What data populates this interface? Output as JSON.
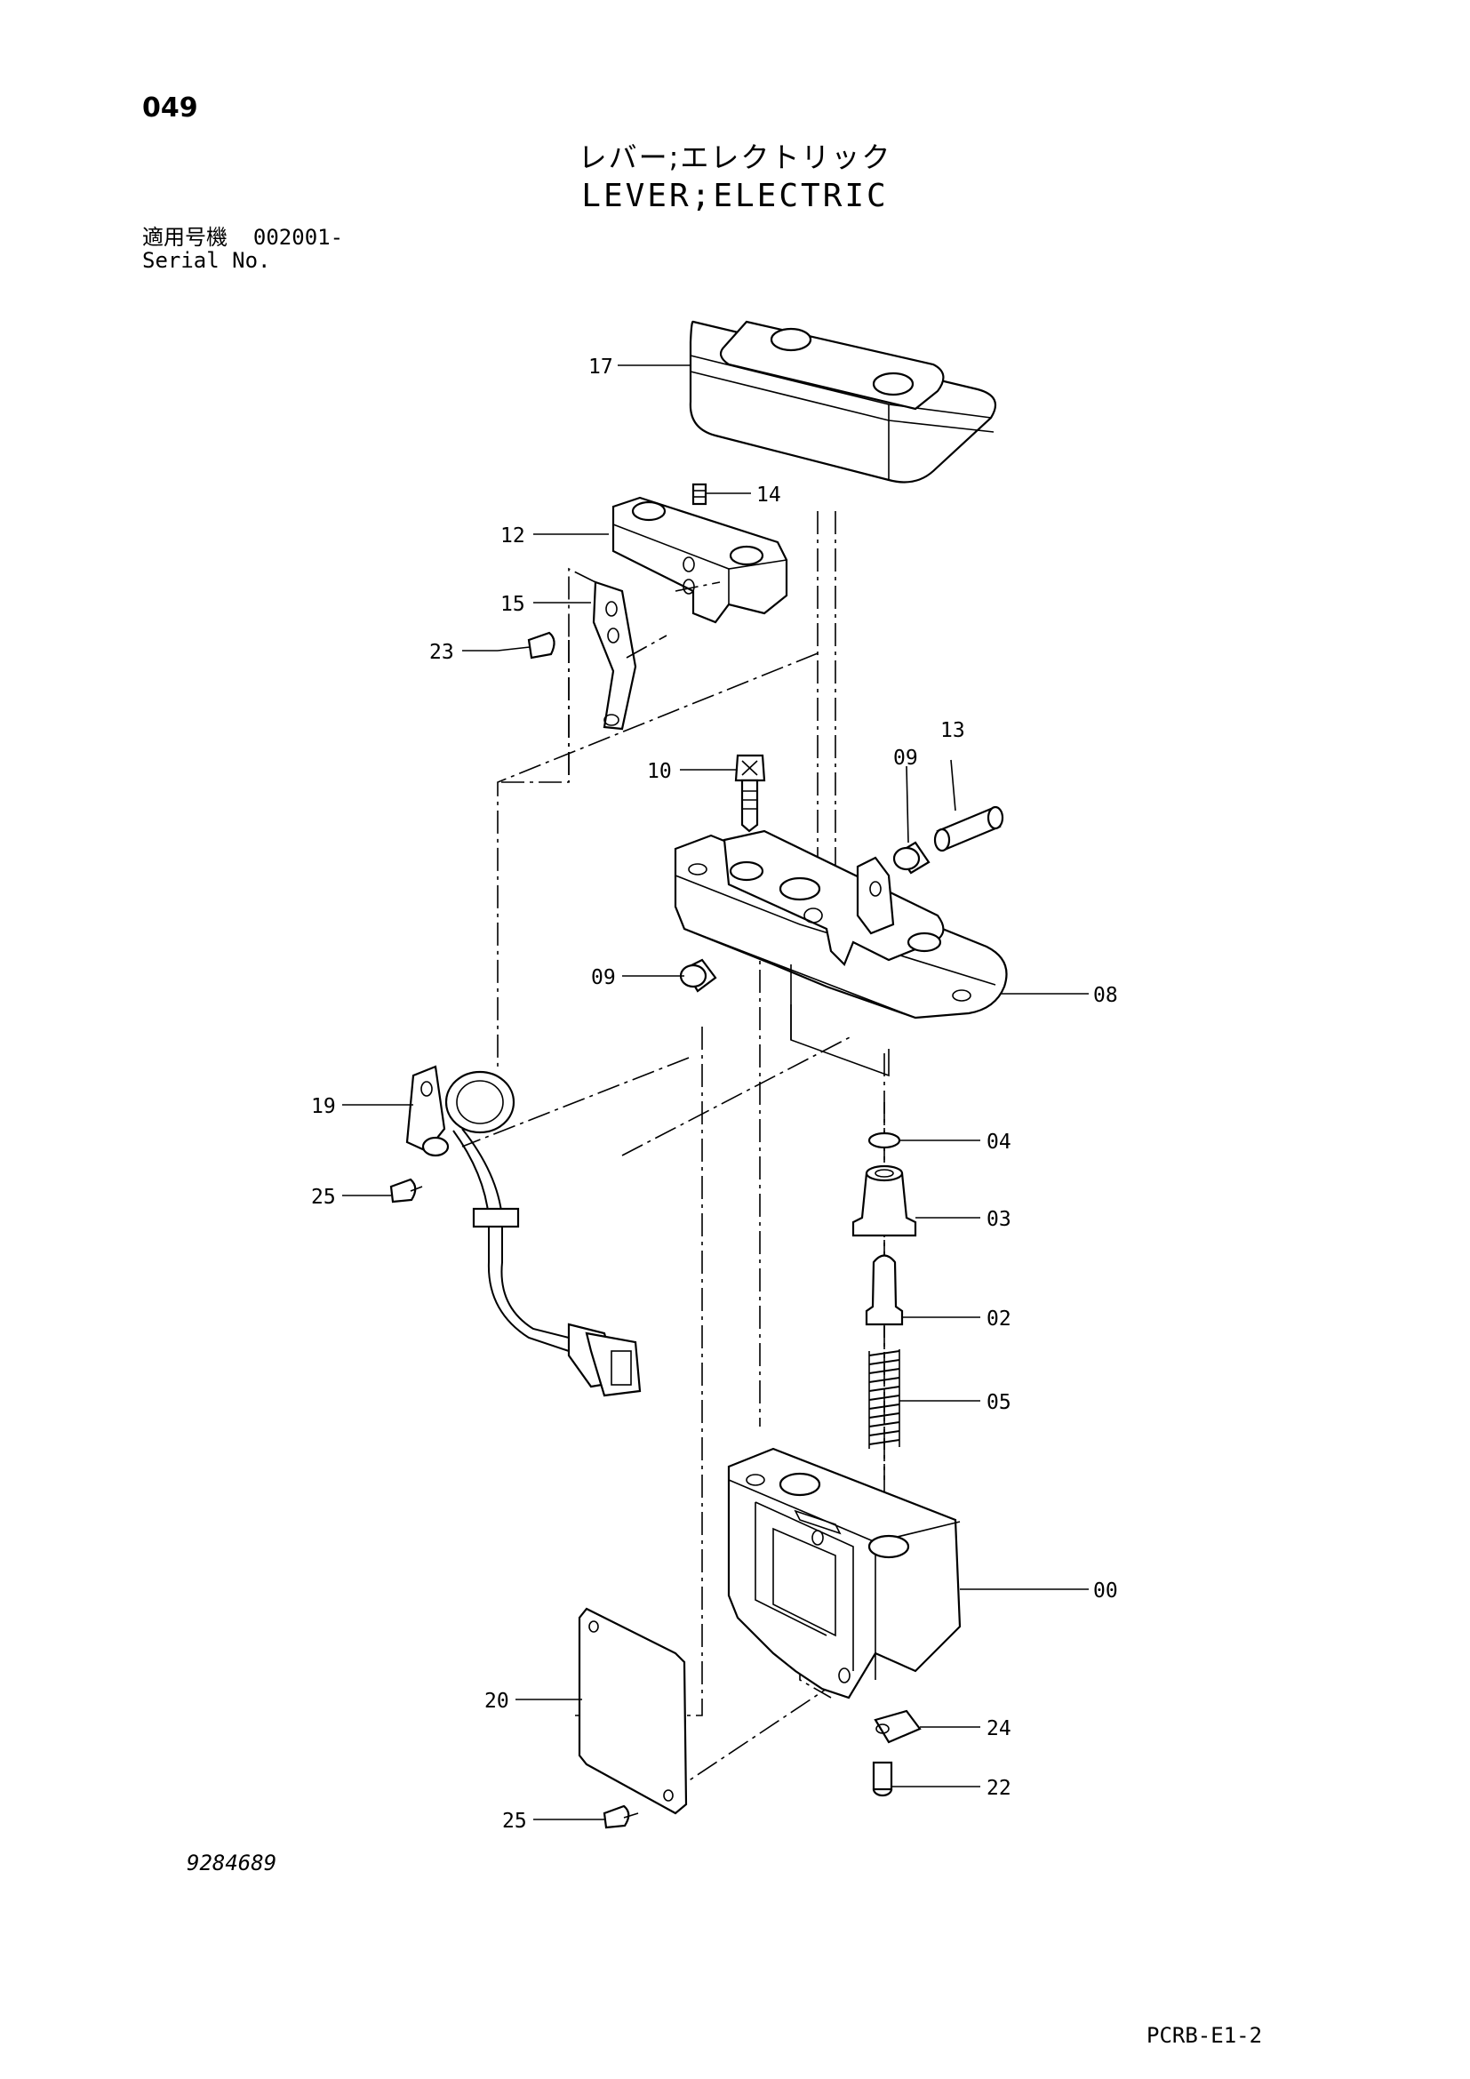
{
  "header": {
    "page_number": "049",
    "title_jp": "レバー;エレクトリック",
    "title_en": "LEVER;ELECTRIC",
    "serial_label_jp": "適用号機",
    "serial_value": "002001-",
    "serial_label_en": "Serial No."
  },
  "callouts": [
    "17",
    "14",
    "12",
    "15",
    "23",
    "10",
    "09",
    "13",
    "09",
    "08",
    "19",
    "04",
    "25",
    "03",
    "02",
    "05",
    "00",
    "20",
    "24",
    "22",
    "25"
  ],
  "footer": {
    "drawing_number": "9284689",
    "page_code": "PCRB-E1-2"
  }
}
